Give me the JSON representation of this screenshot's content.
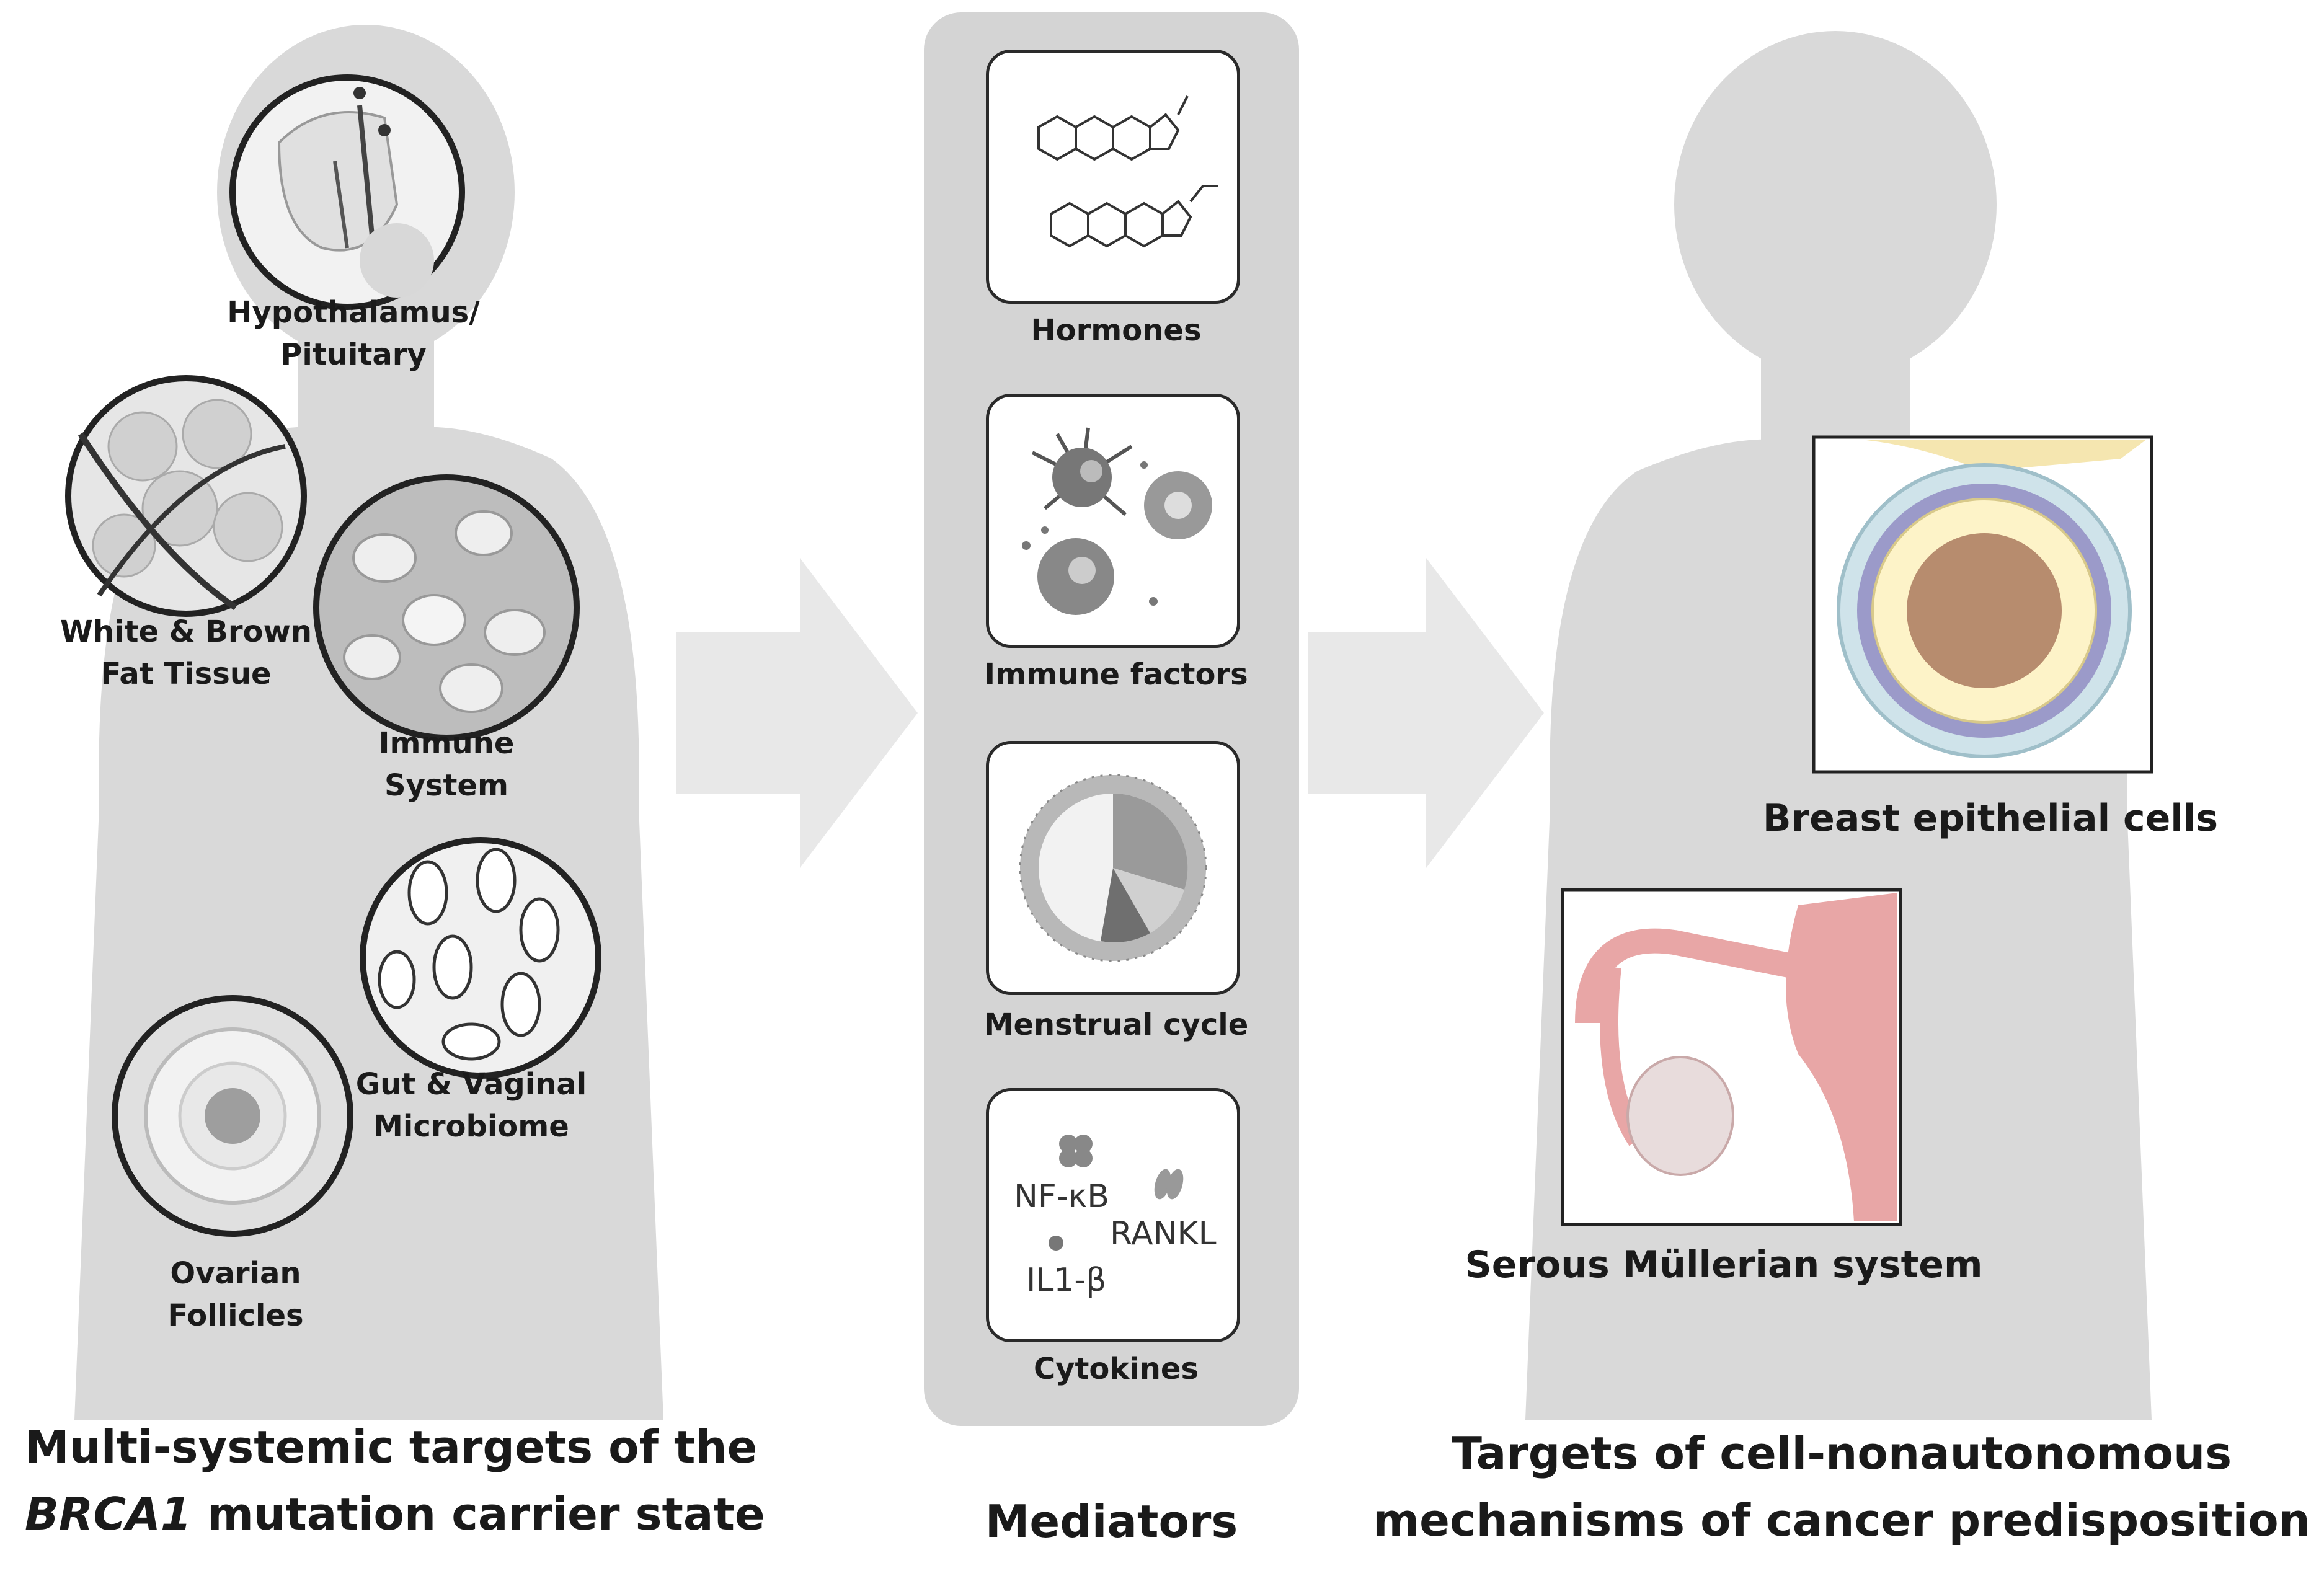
{
  "left_panel": {
    "labels": {
      "hypothalamus": "Hypothalamus/\nPituitary",
      "fat": "White & Brown\nFat Tissue",
      "immune": "Immune\nSystem",
      "gut": "Gut & Vaginal\nMicrobiome",
      "ovarian": "Ovarian\nFollicles"
    },
    "title_line1": "Multi-systemic targets of the",
    "title_gene": "BRCA1",
    "title_line2_rest": " mutation carrier state"
  },
  "middle_panel": {
    "items": [
      "Hormones",
      "Immune factors",
      "Menstrual cycle",
      "Cytokines"
    ],
    "cytokines": {
      "nfkb": "NF-κB",
      "rankl": "RANKL",
      "il1b": "IL1-β"
    },
    "title": "Mediators"
  },
  "right_panel": {
    "breast_label": "Breast epithelial cells",
    "mullerian_label": "Serous Müllerian system",
    "title_line1": "Targets of cell-nonautonomous",
    "title_line2": "mechanisms of cancer predisposition"
  },
  "colors": {
    "silhouette": "#d8d8d8",
    "panel": "#d4d4d4",
    "arrow": "#e6e6e6",
    "uterus": "#e8a6a6",
    "lumen": "#b78c6e"
  }
}
